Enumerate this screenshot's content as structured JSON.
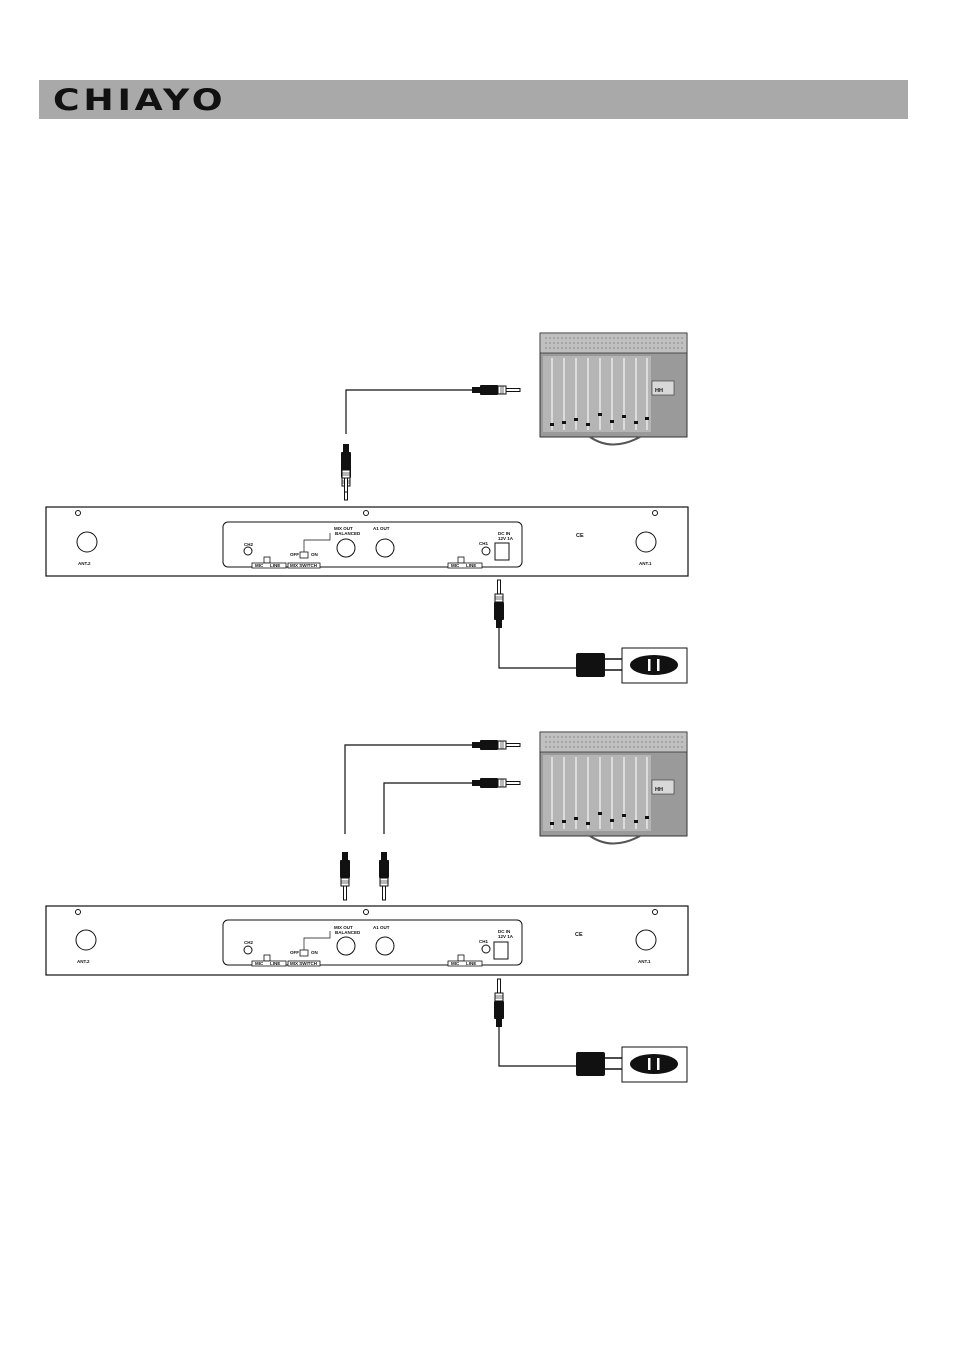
{
  "header": {
    "brand": "CHIAYO",
    "bar_color": "#a9a9a9"
  },
  "receiver_panel": {
    "ant2": "ANT.2",
    "ant1": "ANT.1",
    "ch2": "CH2",
    "ch1": "CH1",
    "mix_out": "MIX OUT",
    "mix_out_sub": "BALANCED",
    "a1_out": "A1 OUT",
    "dc_in": "DC IN",
    "dc_in_sub": "12V 1A",
    "mic": "MIC",
    "line": "LINE",
    "off": "OFF",
    "on": "ON",
    "mix_switch": "MIX SWITCH",
    "ce": "CE"
  },
  "mixer": {
    "display": "HH"
  }
}
